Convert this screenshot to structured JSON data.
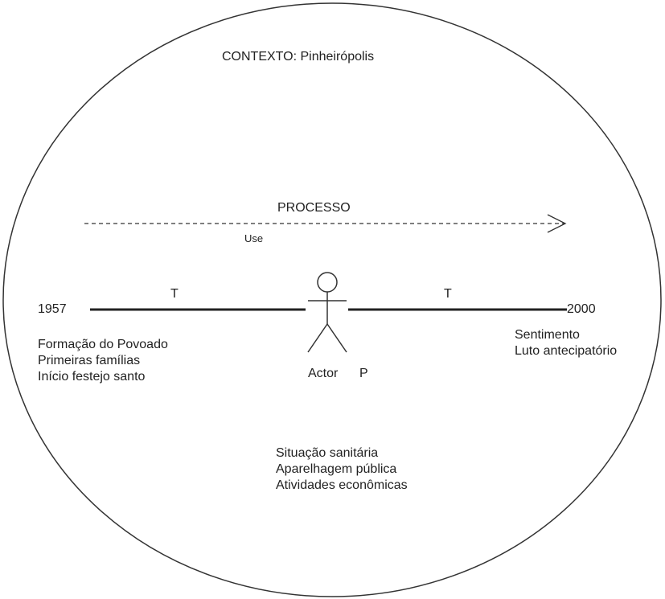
{
  "context_label": "CONTEXTO: Pinheirópolis",
  "process": {
    "label": "PROCESSO",
    "edge_label": "Use"
  },
  "timeline": {
    "start_year": "1957",
    "end_year": "2000",
    "left_segment_label": "T",
    "right_segment_label": "T"
  },
  "actor": {
    "name": "Actor",
    "tag": "P"
  },
  "start_notes": [
    "Formação do Povoado",
    "Primeiras famílias",
    "Início festejo santo"
  ],
  "end_notes": [
    "Sentimento",
    "Luto antecipatório"
  ],
  "bottom_notes": [
    "Situação sanitária",
    "Aparelhagem pública",
    "Atividades econômicas"
  ],
  "colors": {
    "stroke": "#333333",
    "text": "#222222"
  }
}
